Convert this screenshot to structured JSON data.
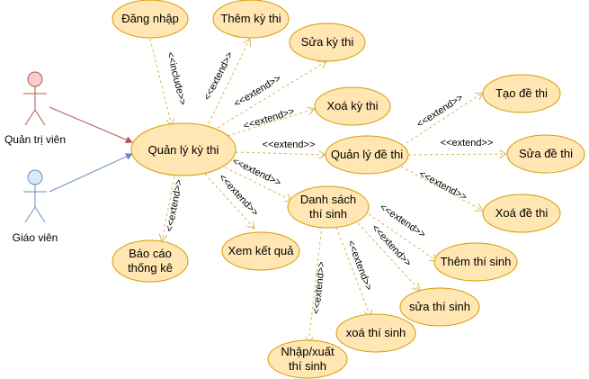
{
  "actors": {
    "admin": {
      "label": "Quản trị viên",
      "fill": "#f8cecc",
      "stroke": "#b85450"
    },
    "teacher": {
      "label": "Giáo viên",
      "fill": "#dae8fc",
      "stroke": "#6c8ebf"
    }
  },
  "use_cases": {
    "login": "Đăng nhập",
    "add_exam": "Thêm kỳ thi",
    "edit_exam": "Sửa kỳ thi",
    "delete_exam": "Xoá kỳ thi",
    "manage_exam": "Quản lý kỳ thi",
    "manage_paper": "Quản lý đề thi",
    "create_paper": "Tạo đề thi",
    "edit_paper": "Sửa đề thi",
    "delete_paper": "Xoá đề thi",
    "candidate_list_1": "Danh sách",
    "candidate_list_2": "thí sinh",
    "view_results": "Xem kết quả",
    "report_1": "Báo cáo",
    "report_2": "thống kê",
    "add_candidate": "Thêm thí sinh",
    "edit_candidate": "sửa thí sinh",
    "delete_candidate": "xoá thí sinh",
    "import_export_1": "Nhập/xuất",
    "import_export_2": "thí sinh"
  },
  "relations": {
    "include": "<<include>>",
    "extend": "<<extend>>"
  },
  "colors": {
    "use_case_fill": "#ffe6b3",
    "use_case_stroke": "#d79b00",
    "dashed_line": "#d6b656",
    "admin_line": "#b85450",
    "teacher_line": "#6c8ebf"
  }
}
